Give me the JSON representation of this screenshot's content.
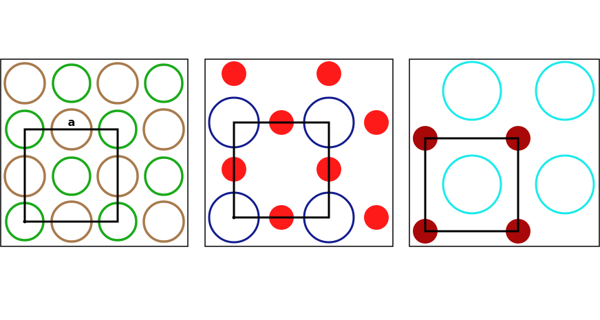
{
  "colors": {
    "brown": "#A87A4C",
    "green": "#1AAA1A",
    "navy": "#121C8E",
    "red": "#FF1A1A",
    "cyan": "#1AEAEA",
    "darkred": "#A80808",
    "black": "#000000"
  },
  "panels": [
    {
      "id": "panel-1",
      "cell_label": "a"
    },
    {
      "id": "panel-2"
    },
    {
      "id": "panel-3"
    }
  ]
}
